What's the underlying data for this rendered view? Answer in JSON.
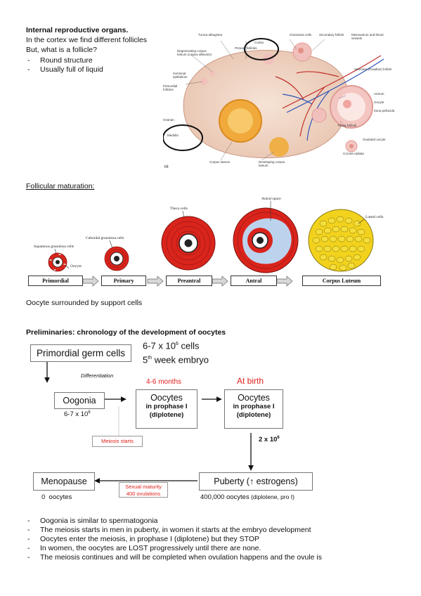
{
  "section1": {
    "title": "Internal reproductive organs.",
    "line1": "In the cortex we find different follicles",
    "line2": "But, what is a follicle?",
    "bullets": [
      "Round structure",
      "Usually full of liquid"
    ]
  },
  "ovary_figure": {
    "labels": {
      "tunica": "Tunica albuginea",
      "primary": "Primary follicles",
      "cortex": "Cortex",
      "granulosa": "Granulosa cells",
      "secondary": "Secondary follicle",
      "mesovarium": "Mesovarium and blood vessels",
      "degenerating": "Degenerating corpus luteum (corpus albicans)",
      "germinal": "Germinal epithelium",
      "primordial": "Primordial follicles",
      "vesicular": "Vesicular (Graafian) follicle",
      "antrum": "Antrum",
      "oocyte": "Oocyte",
      "zona": "Zona pellucida",
      "ovarian": "Ovarian",
      "medulla": "Medulla",
      "theca": "Theca folliculi",
      "ovulated": "Ovulated oocyte",
      "corona": "Corona radiata",
      "corpus_luteum": "Corpus luteum",
      "developing": "Developing corpus luteum",
      "panel": "(a)"
    }
  },
  "section2": {
    "title": "Follicular maturation:",
    "labels": {
      "squamous": "Squamous granulosa cells",
      "oocyte": "Oocyte",
      "cuboidal": "Cuboidal granulosa cells",
      "theca": "Theca cells",
      "antral_space": "Antral space",
      "luteal": "Luteal cells"
    },
    "stages": [
      "Primordial",
      "Primary",
      "Preantral",
      "Antral",
      "Corpus Luteum"
    ],
    "caption": "Oocyte surrounded by support cells"
  },
  "section3": {
    "title": "Preliminaries: chronology of the development of oocytes",
    "pgc": "Primordial germ cells",
    "pgc_cells_prefix": "6-7 x 10",
    "pgc_cells_exp": "6",
    "pgc_cells_suffix": " cells",
    "week_prefix": "5",
    "week_sup": "th",
    "week_suffix": " week embryo",
    "differentiation": "Differentiation",
    "oogonia": "Oogonia",
    "oogonia_count_prefix": "6-7 x 10",
    "oogonia_count_exp": "6",
    "months": "4-6 months",
    "at_birth": "At birth",
    "oocytes": "Oocytes",
    "prophase": "in prophase I",
    "diplotene": "(diplotene)",
    "meiosis_starts": "Meiosis starts",
    "two_x_prefix": "2 x 10",
    "two_x_exp": "6",
    "menopause": "Menopause",
    "puberty": "Puberty (↑ estrogens)",
    "sexual_maturity": "Sexual maturity",
    "ovulations": "400 ovulations",
    "zero_oocytes": "0  oocytes",
    "puberty_count": "400,000 oocytes",
    "puberty_count_note": " (diplotene, pro I)",
    "bullets": [
      "Oogonia is similar to spermatogonia",
      "The meiosis starts in men in puberty, in women it starts at the embryo development",
      "Oocytes enter the meiosis, in prophase I (diplotene) but they STOP",
      "In women, the oocytes are LOST progressively until there are none.",
      "The meiosis continues and will be completed when ovulation happens and the ovule is"
    ]
  },
  "colors": {
    "red": "#e0201b",
    "granulosa_red": "#d9241c",
    "antrum_blue": "#bcd3ee",
    "luteal_yellow": "#f2d21c"
  }
}
